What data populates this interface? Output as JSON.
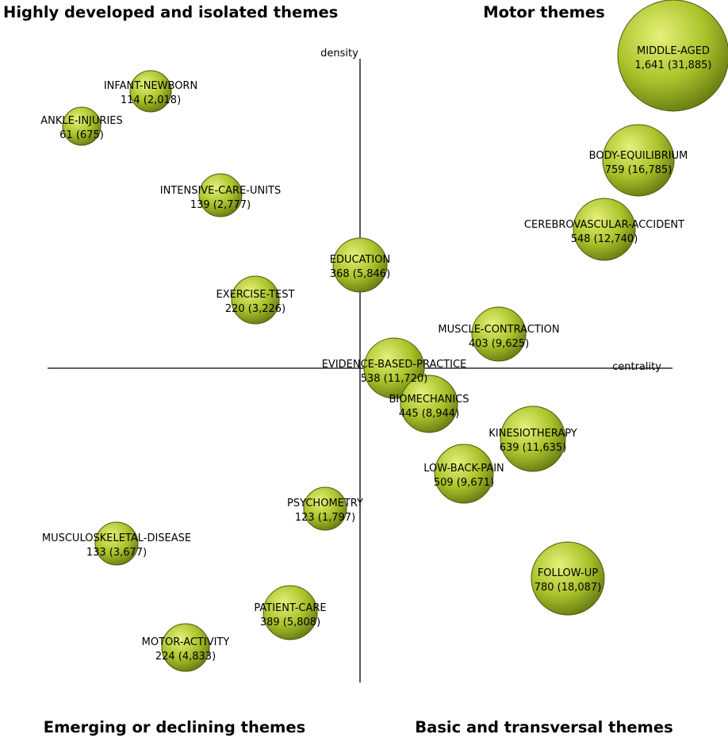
{
  "chart_data": {
    "type": "scatter",
    "subtype": "strategic-diagram-bubble",
    "x_axis_label": "centrality",
    "y_axis_label": "density",
    "bubble_color": "#a9c22a",
    "bubble_color_highlight": "#e6f07a",
    "bubble_stroke": "#4a5a0e",
    "quadrants": {
      "top_left": "Highly developed and isolated themes",
      "top_right": "Motor themes",
      "bottom_left": "Emerging or declining themes",
      "bottom_right": "Basic and transversal themes"
    },
    "themes": [
      {
        "name": "MIDDLE-AGED",
        "value": "1,641 (31,885)"
      },
      {
        "name": "BODY-EQUILIBRIUM",
        "value": "759 (16,785)"
      },
      {
        "name": "CEREBROVASCULAR-ACCIDENT",
        "value": "548 (12,740)"
      },
      {
        "name": "INFANT-NEWBORN",
        "value": "114 (2,018)"
      },
      {
        "name": "ANKLE-INJURIES",
        "value": "61 (675)"
      },
      {
        "name": "INTENSIVE-CARE-UNITS",
        "value": "139 (2,777)"
      },
      {
        "name": "EDUCATION",
        "value": "368 (5,846)"
      },
      {
        "name": "EXERCISE-TEST",
        "value": "220 (3,226)"
      },
      {
        "name": "MUSCLE-CONTRACTION",
        "value": "403 (9,625)"
      },
      {
        "name": "EVIDENCE-BASED-PRACTICE",
        "value": "538 (11,720)"
      },
      {
        "name": "BIOMECHANICS",
        "value": "445 (8,944)"
      },
      {
        "name": "KINESIOTHERAPY",
        "value": "639 (11,635)"
      },
      {
        "name": "LOW-BACK-PAIN",
        "value": "509 (9,671)"
      },
      {
        "name": "PSYCHOMETRY",
        "value": "123 (1,797)"
      },
      {
        "name": "MUSCULOSKELETAL-DISEASE",
        "value": "133 (3,677)"
      },
      {
        "name": "FOLLOW-UP",
        "value": "780 (18,087)"
      },
      {
        "name": "PATIENT-CARE",
        "value": "389 (5,808)"
      },
      {
        "name": "MOTOR-ACTIVITY",
        "value": "224 (4,833)"
      }
    ]
  }
}
